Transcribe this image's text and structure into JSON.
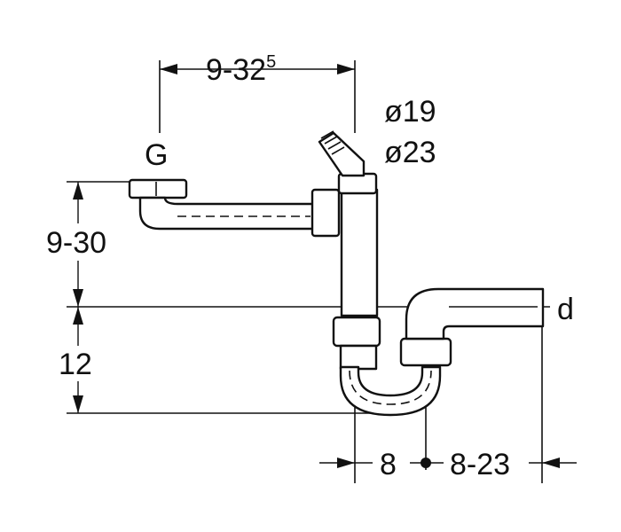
{
  "labels": {
    "top_width": "9-32",
    "top_width_sup": "5",
    "dia_inner": "ø19",
    "dia_outer": "ø23",
    "inlet_thread": "G",
    "left_height": "9-30",
    "lower_height": "12",
    "outlet_d": "d",
    "bottom_left": "8",
    "bottom_right": "8-23"
  },
  "colors": {
    "ink": "#111111",
    "background": "#ffffff"
  }
}
